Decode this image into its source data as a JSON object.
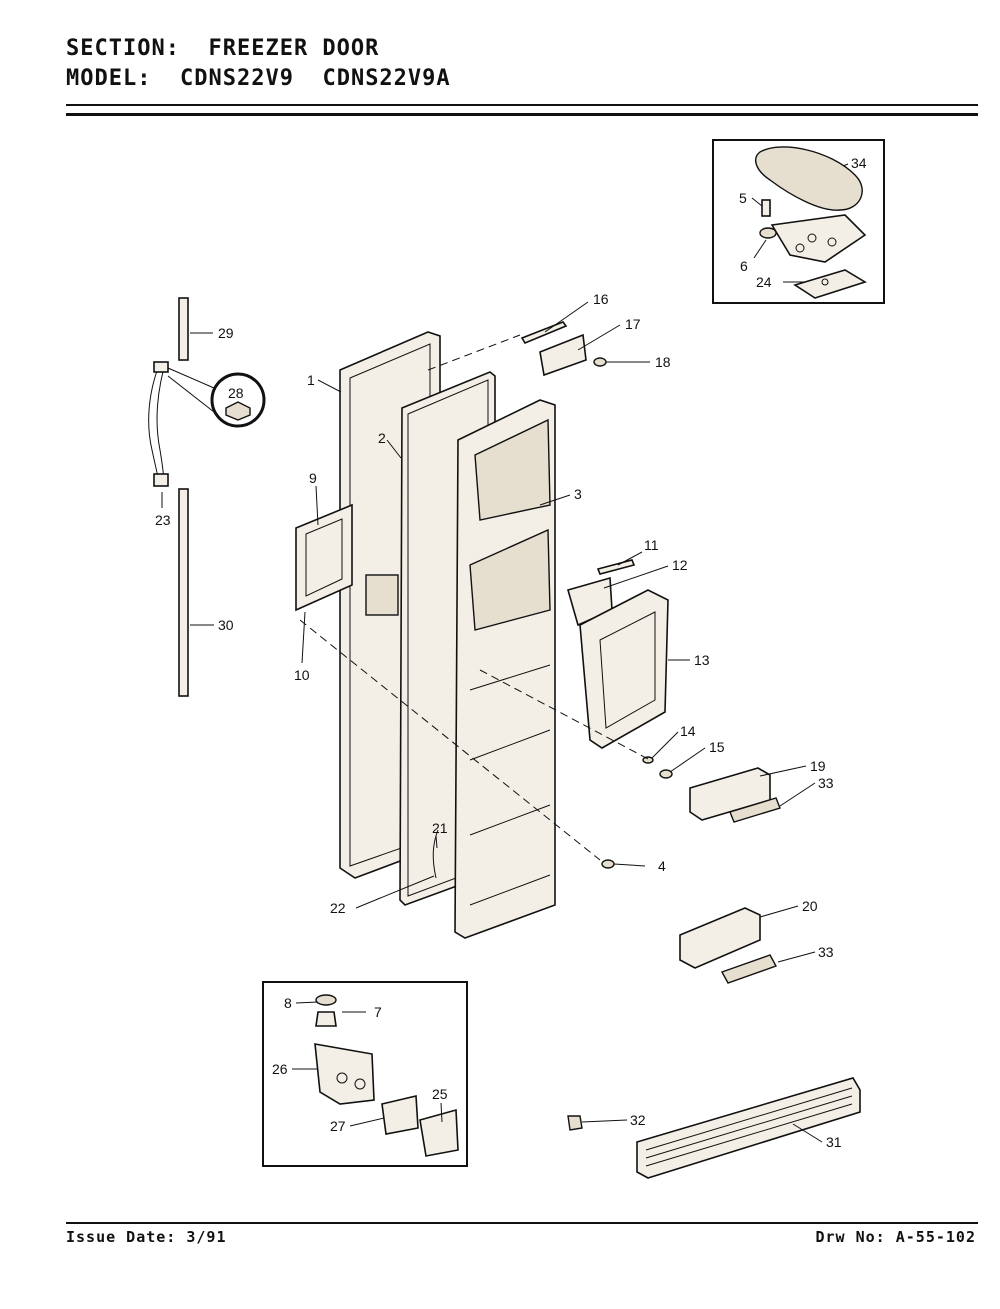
{
  "header": {
    "section_label": "SECTION:",
    "section_value": "FREEZER DOOR",
    "model_label": "MODEL:",
    "model_values": [
      "CDNS22V9",
      "CDNS22V9A"
    ]
  },
  "footer": {
    "issue_date": "Issue Date: 3/91",
    "drawing_no": "Drw No: A-55-102"
  },
  "callouts": [
    "1",
    "2",
    "3",
    "4",
    "5",
    "6",
    "7",
    "8",
    "9",
    "10",
    "11",
    "12",
    "13",
    "14",
    "15",
    "16",
    "17",
    "18",
    "19",
    "20",
    "21",
    "22",
    "23",
    "24",
    "25",
    "26",
    "27",
    "28",
    "29",
    "30",
    "31",
    "32",
    "33",
    "33",
    "34"
  ]
}
